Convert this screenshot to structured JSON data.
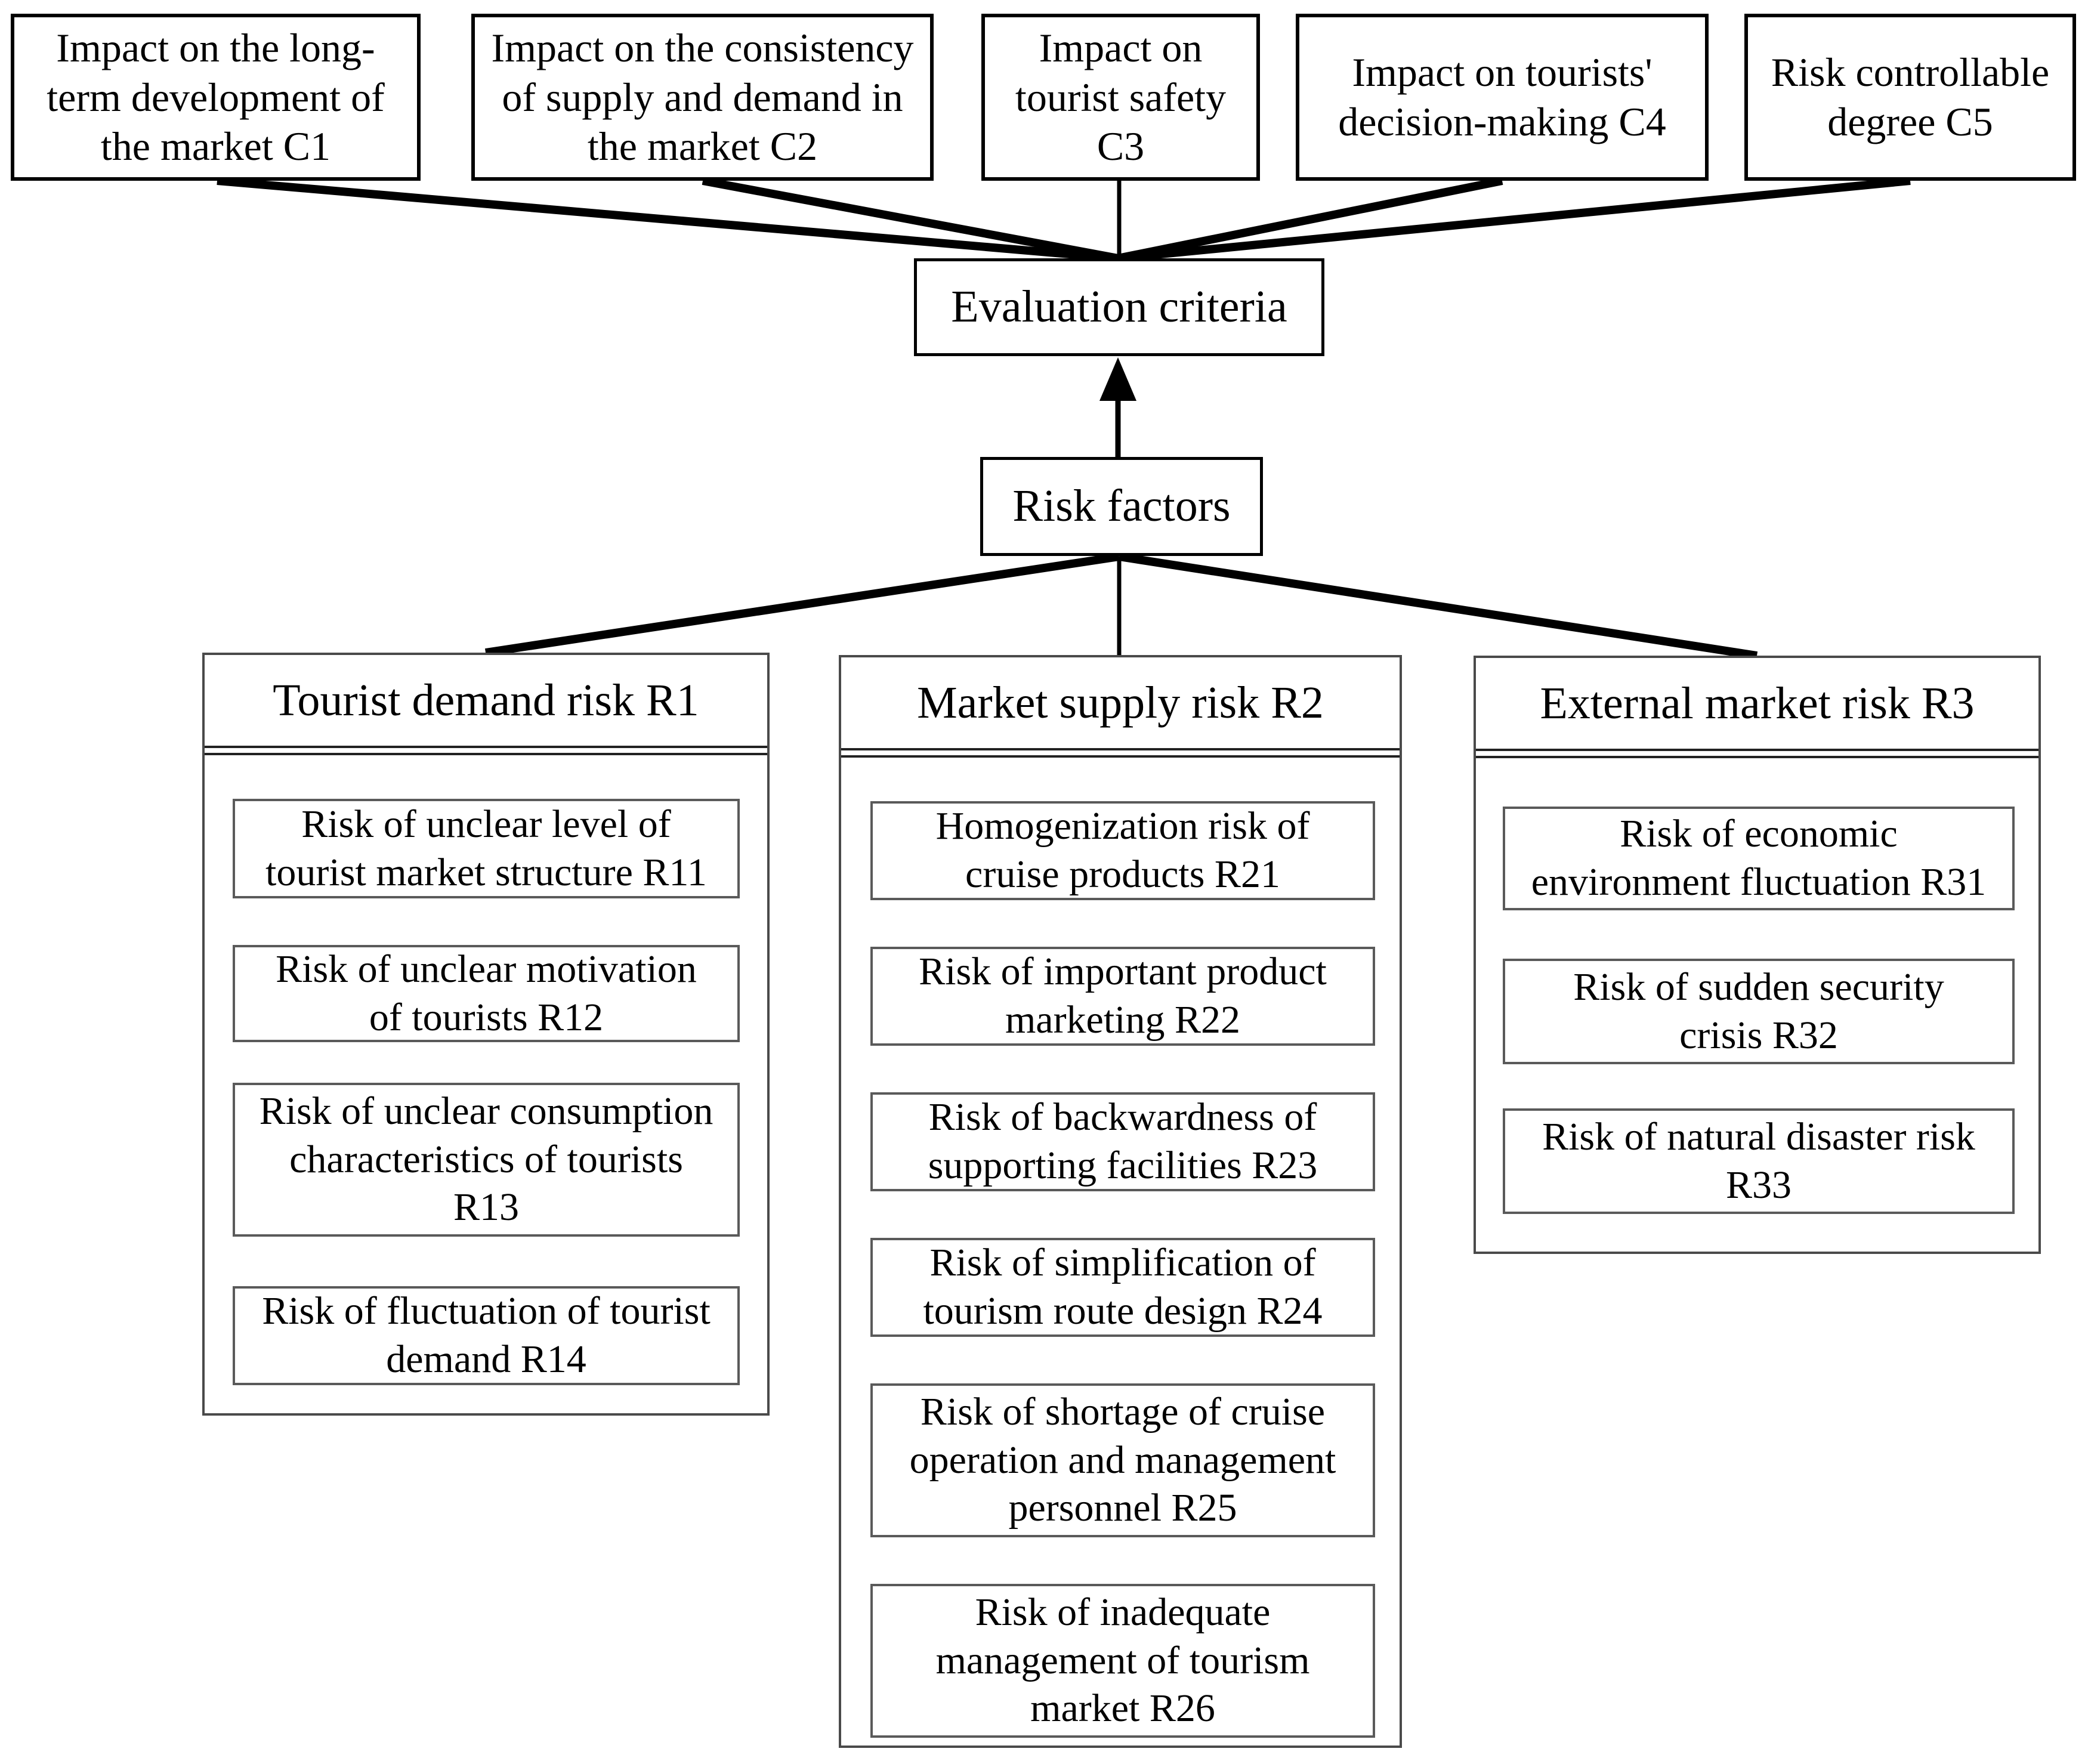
{
  "diagram": {
    "criteria": [
      {
        "id": "C1",
        "label": "Impact on the long-\nterm development of\nthe market C1"
      },
      {
        "id": "C2",
        "label": "Impact on the consistency\nof supply and demand in\nthe market C2"
      },
      {
        "id": "C3",
        "label": "Impact on\ntourist safety\nC3"
      },
      {
        "id": "C4",
        "label": "Impact on tourists'\ndecision-making C4"
      },
      {
        "id": "C5",
        "label": "Risk controllable\ndegree C5"
      }
    ],
    "evaluation_criteria_label": "Evaluation criteria",
    "risk_factors_label": "Risk factors",
    "groups": [
      {
        "id": "R1",
        "label": "Tourist demand risk R1",
        "items": [
          {
            "id": "R11",
            "label": "Risk of unclear level of\ntourist market structure R11"
          },
          {
            "id": "R12",
            "label": "Risk of unclear motivation\nof tourists R12"
          },
          {
            "id": "R13",
            "label": "Risk of unclear consumption\ncharacteristics of tourists\nR13"
          },
          {
            "id": "R14",
            "label": "Risk of fluctuation of tourist\ndemand R14"
          }
        ]
      },
      {
        "id": "R2",
        "label": "Market supply risk R2",
        "items": [
          {
            "id": "R21",
            "label": "Homogenization risk of\ncruise products R21"
          },
          {
            "id": "R22",
            "label": "Risk of important product\nmarketing R22"
          },
          {
            "id": "R23",
            "label": "Risk of backwardness of\nsupporting facilities R23"
          },
          {
            "id": "R24",
            "label": "Risk of simplification of\ntourism route design R24"
          },
          {
            "id": "R25",
            "label": "Risk of shortage of cruise\noperation and management\npersonnel R25"
          },
          {
            "id": "R26",
            "label": "Risk of inadequate\nmanagement of tourism\nmarket R26"
          }
        ]
      },
      {
        "id": "R3",
        "label": "External market risk R3",
        "items": [
          {
            "id": "R31",
            "label": "Risk of economic\nenvironment fluctuation R31"
          },
          {
            "id": "R32",
            "label": "Risk of sudden security\ncrisis R32"
          },
          {
            "id": "R33",
            "label": "Risk of natural disaster risk\nR33"
          }
        ]
      }
    ],
    "colors": {
      "background": "#ffffff",
      "line": "#000000",
      "text": "#000000"
    }
  }
}
